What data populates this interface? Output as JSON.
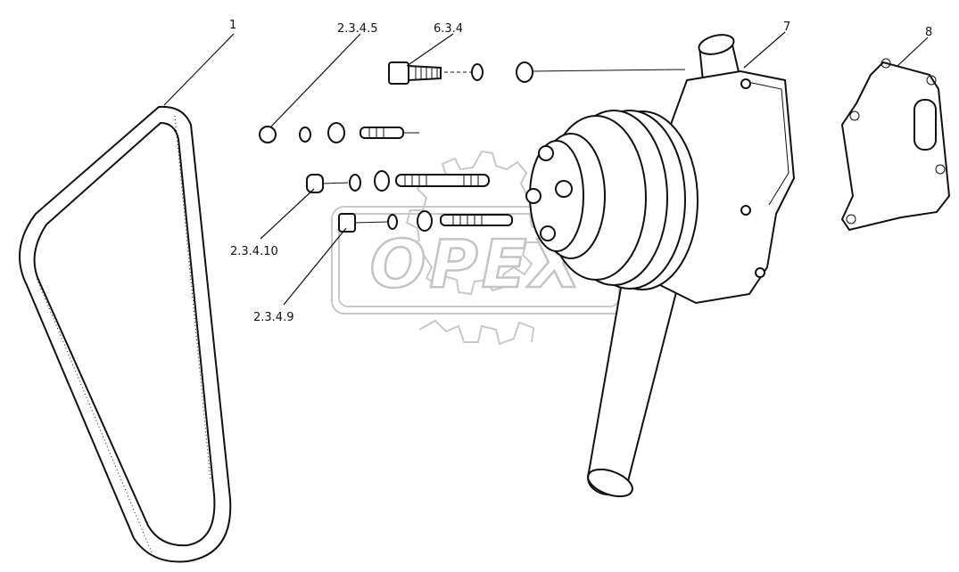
{
  "labels": {
    "belt": "1",
    "part_a": "2.3.4.5",
    "part_b": "6.3.4",
    "pump": "7",
    "gasket": "8",
    "part_c": "2.3.4.10",
    "part_d": "2.3.4.9"
  },
  "watermark": {
    "text": "OPEX",
    "color": "#c4c4c4"
  },
  "colors": {
    "line": "#111111",
    "background": "#ffffff"
  }
}
